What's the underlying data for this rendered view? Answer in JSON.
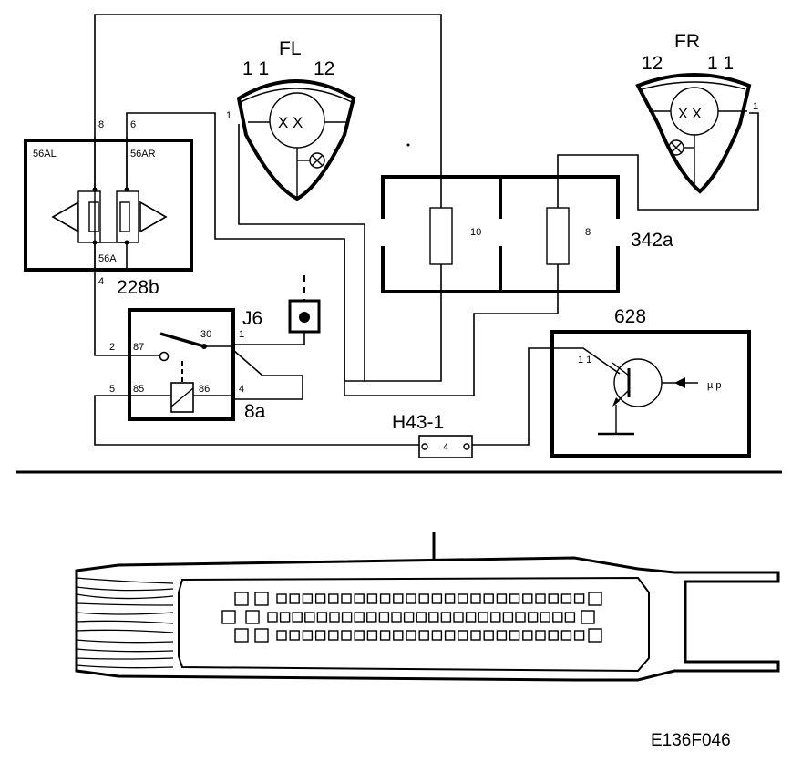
{
  "labels": {
    "fl_title": "FL",
    "fl_pin_11": "1 1",
    "fl_pin_12": "12",
    "fl_pin_1": "1",
    "fr_title": "FR",
    "fr_pin_12": "12",
    "fr_pin_11": "1 1",
    "fr_pin_1": "1",
    "sw_pin_8": "8",
    "sw_pin_6": "6",
    "sw_56al": "56AL",
    "sw_56ar": "56AR",
    "sw_56a": "56A",
    "sw_pin_4": "4",
    "sw_id": "228b",
    "fuse_10": "10",
    "fuse_8": "8",
    "fusebox_id": "342a",
    "j6": "J6",
    "relay_pin_30": "30",
    "relay_pin_1": "1",
    "relay_pin_2": "2",
    "relay_pin_87": "87",
    "relay_pin_5": "5",
    "relay_pin_85": "85",
    "relay_pin_86": "86",
    "relay_pin_4": "4",
    "relay_id": "8a",
    "ecu_id": "628",
    "ecu_pin_11": "1 1",
    "ecu_mp": "µ p",
    "conn_id": "H43-1",
    "conn_pin": "4",
    "figure_code": "E136F046"
  }
}
